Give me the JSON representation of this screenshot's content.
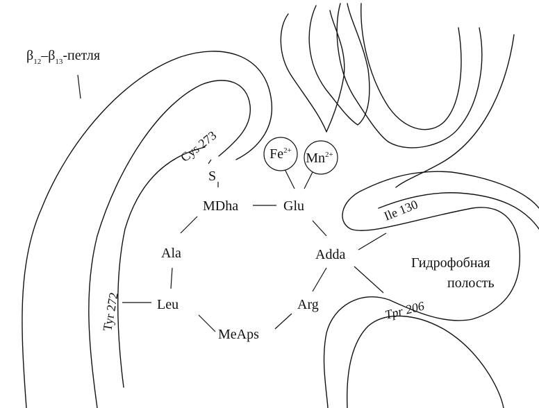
{
  "loop_label": {
    "base": "β",
    "sub1": "12",
    "dash": "–",
    "base2": "β",
    "sub2": "13",
    "tail": "-петля"
  },
  "residues": {
    "cys": "Cys 273",
    "tyr": "Tyr 272",
    "ile": "Ile 130",
    "trp": "Tpr 206"
  },
  "ring": {
    "mdha": "MDha",
    "glu": "Glu",
    "adda": "Adda",
    "arg": "Arg",
    "meaps": "MeAps",
    "leu": "Leu",
    "ala": "Ala",
    "s": "S"
  },
  "ions": {
    "fe": {
      "el": "Fe",
      "charge": "2+"
    },
    "mn": {
      "el": "Mn",
      "charge": "2+"
    }
  },
  "cavity": {
    "line1": "Гидрофобная",
    "line2": "полость"
  },
  "colors": {
    "ink": "#111111",
    "background": "#ffffff"
  }
}
